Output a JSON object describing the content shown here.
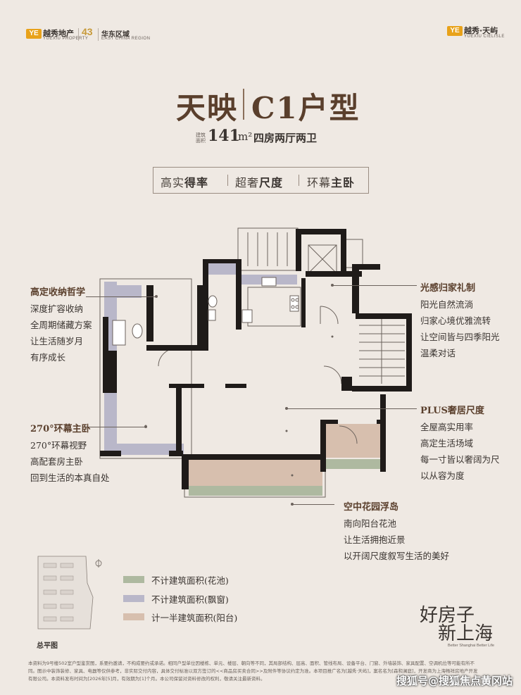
{
  "header": {
    "brand_left_name": "越秀地产",
    "brand_left_sub": "YUEXIU PROPERTY",
    "anniversary": "43",
    "region": "华东区域",
    "region_sub": "EAST CHINA REGION",
    "brand_right_name": "越秀·天屿",
    "brand_right_sub": "YUEXIU CIELISLE",
    "logo_glyph": "YE"
  },
  "title": {
    "project": "天映",
    "unit": "C1户型",
    "area_label_1": "建筑",
    "area_label_2": "面积",
    "area_value": "141",
    "area_unit": "m²",
    "layout": "四房两厅两卫"
  },
  "tags": [
    {
      "plain": "高实",
      "bold": "得率"
    },
    {
      "plain": "超奢",
      "bold": "尺度"
    },
    {
      "plain": "环幕",
      "bold": "主卧"
    }
  ],
  "notes_left": [
    {
      "title": "高定收纳哲学",
      "lines": [
        "深度扩容收纳",
        "全周期储藏方案",
        "让生活随岁月",
        "有序成长"
      ]
    },
    {
      "title": "270°环幕主卧",
      "lines": [
        "270°环幕视野",
        "高配套房主卧",
        "回到生活的本真自处"
      ]
    }
  ],
  "notes_right": [
    {
      "title": "光感归家礼制",
      "lines": [
        "阳光自然流淌",
        "归家心境优雅流转",
        "让空间皆与四季阳光",
        "温柔对话"
      ]
    },
    {
      "title": "PLUS奢居尺度",
      "lines": [
        "全屋高实用率",
        "高定生活场域",
        "每一寸皆以奢阔为尺",
        "以从容为度"
      ]
    },
    {
      "title": "空中花园浮岛",
      "lines": [
        "南向阳台花池",
        "让生活拥抱近景",
        "以开阔尺度叙写生活的美好"
      ]
    }
  ],
  "legend": [
    {
      "label": "不计建筑面积(花池)",
      "color": "#aeb9a0"
    },
    {
      "label": "不计建筑面积(飘窗)",
      "color": "#b9b7c9"
    },
    {
      "label": "计一半建筑面积(阳台)",
      "color": "#d7bfae"
    }
  ],
  "siteplan": {
    "label": "总平图"
  },
  "slogan": {
    "line1": "好房子",
    "line2": "新上海",
    "sub": "Better Shanghai Better Life"
  },
  "footer": {
    "line1": "本资料为9号楼502室户型鉴赏图，系要约邀请，不构成要约或承诺。相同户型单位因楼栋、单元、楼层、朝向等不同，其局部结构、层高、面积、管线布局、设备平台、门窗、外墙装饰、家具配置、空调机位等可能有所不",
    "line2": "同。图示中装饰装修、家具、电器等仅供参考，非实际交付内容，具体交付标准以双方签订的<<商品房买卖合同>>及附件等协议约定为准。本项目推广名为[越秀·天屿]，案名名为[森和澜庭]，开发商为上海畅祥房地产开发",
    "line3": "有限公司。本资料发布时间为[2026年[5]月，有效期为[1]个月。本公司保留对资料修改的权利，敬请关注最新资料。"
  },
  "watermark": "搜狐号@搜狐焦点黄冈站"
}
